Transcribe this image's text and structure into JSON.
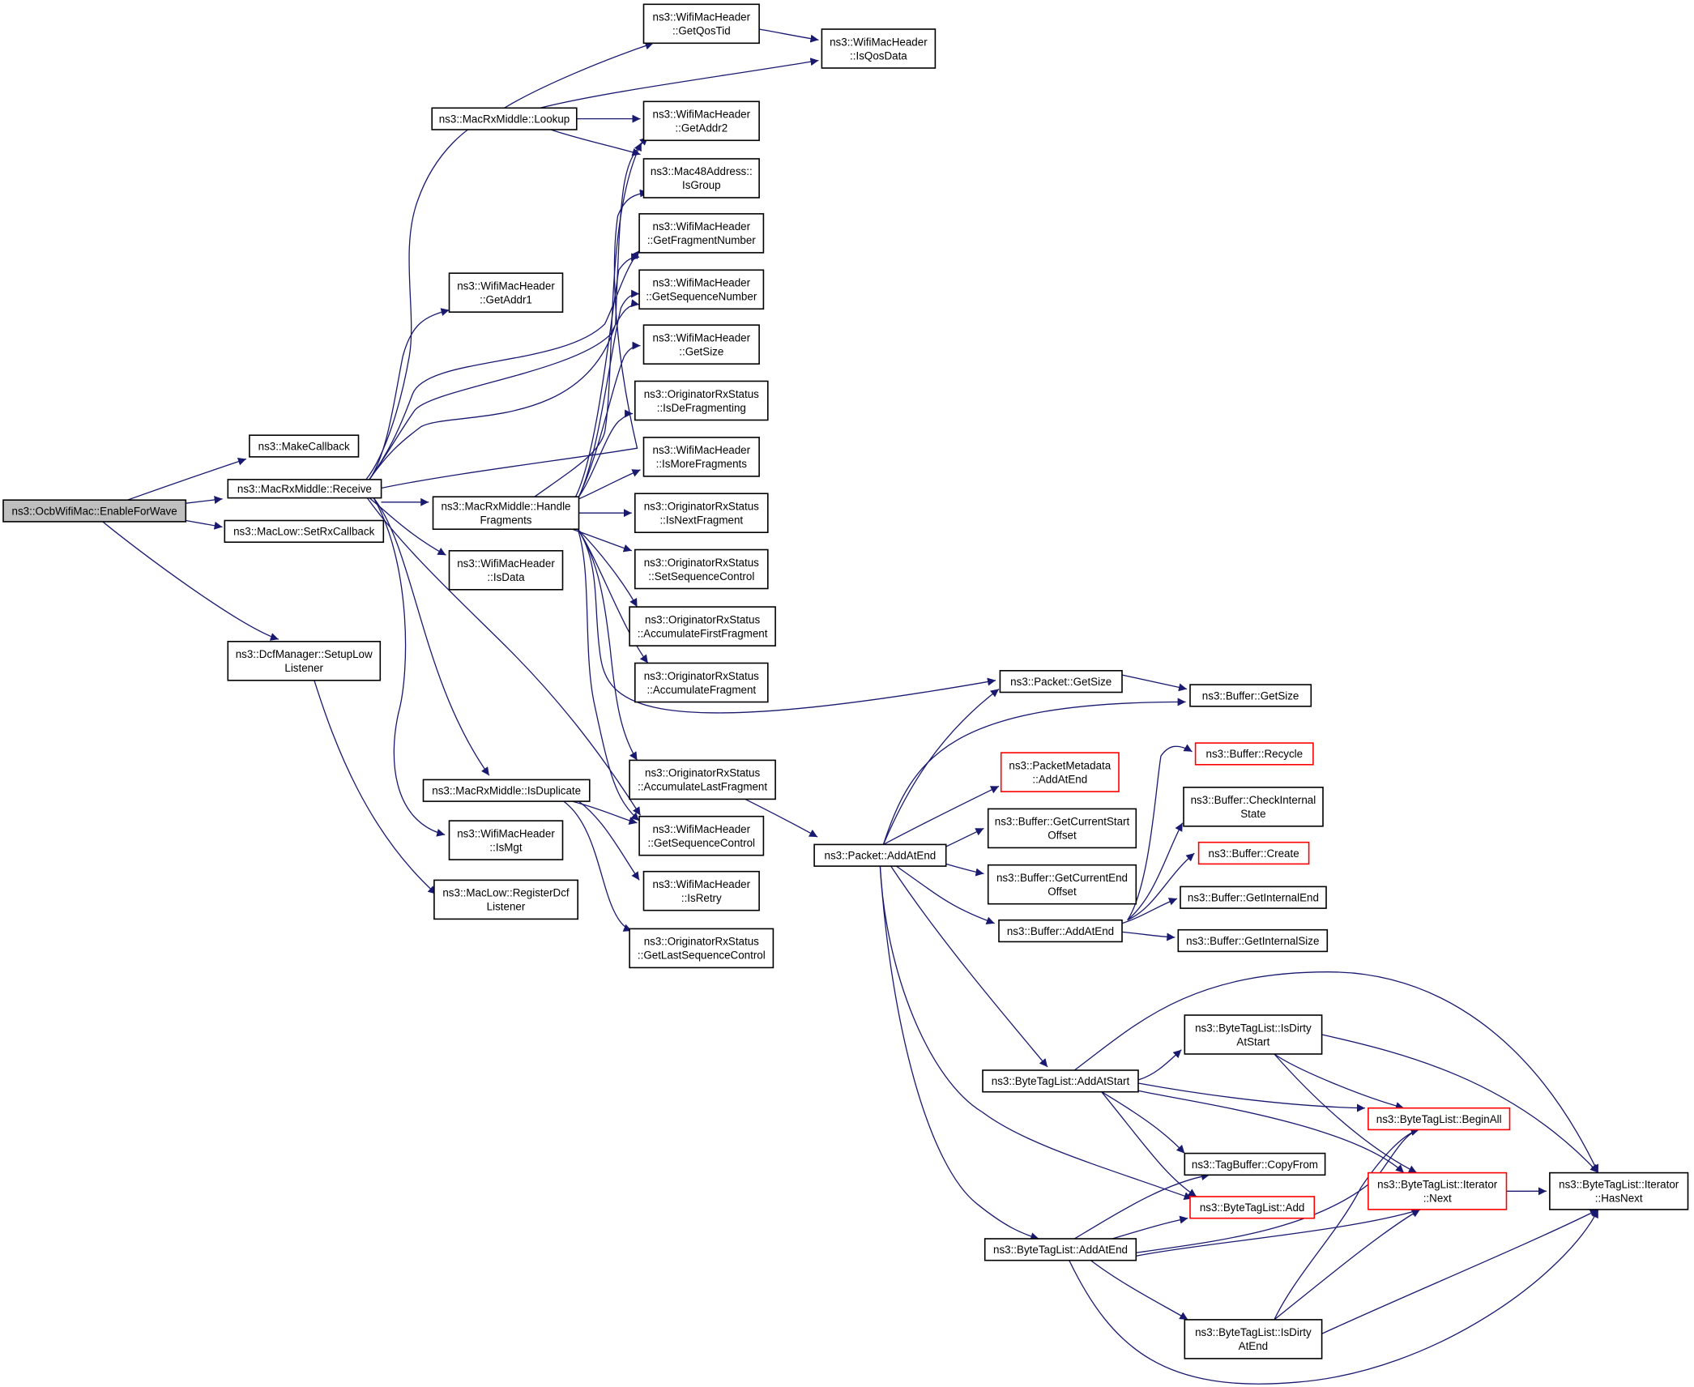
{
  "graph": {
    "edge_color": "#191970",
    "root_fill": "#bfbfbf",
    "truncated_border_color": "#ff0000",
    "nodes": [
      {
        "id": "root",
        "lines": [
          "ns3::OcbWifiMac::EnableForWave"
        ],
        "root": true
      },
      {
        "id": "makecb",
        "lines": [
          "ns3::MakeCallback"
        ]
      },
      {
        "id": "receive",
        "lines": [
          "ns3::MacRxMiddle::Receive"
        ]
      },
      {
        "id": "setrxcb",
        "lines": [
          "ns3::MacLow::SetRxCallback"
        ]
      },
      {
        "id": "setuplow",
        "lines": [
          "ns3::DcfManager::SetupLow",
          "Listener"
        ]
      },
      {
        "id": "lookup",
        "lines": [
          "ns3::MacRxMiddle::Lookup"
        ]
      },
      {
        "id": "getaddr1",
        "lines": [
          "ns3::WifiMacHeader",
          "::GetAddr1"
        ]
      },
      {
        "id": "handlefrag",
        "lines": [
          "ns3::MacRxMiddle::Handle",
          "Fragments"
        ]
      },
      {
        "id": "isdata",
        "lines": [
          "ns3::WifiMacHeader",
          "::IsData"
        ]
      },
      {
        "id": "isdup",
        "lines": [
          "ns3::MacRxMiddle::IsDuplicate"
        ]
      },
      {
        "id": "ismgt",
        "lines": [
          "ns3::WifiMacHeader",
          "::IsMgt"
        ]
      },
      {
        "id": "registerdcf",
        "lines": [
          "ns3::MacLow::RegisterDcf",
          "Listener"
        ]
      },
      {
        "id": "getqostid",
        "lines": [
          "ns3::WifiMacHeader",
          "::GetQosTid"
        ]
      },
      {
        "id": "isqosdata",
        "lines": [
          "ns3::WifiMacHeader",
          "::IsQosData"
        ]
      },
      {
        "id": "getaddr2",
        "lines": [
          "ns3::WifiMacHeader",
          "::GetAddr2"
        ]
      },
      {
        "id": "isgroup",
        "lines": [
          "ns3::Mac48Address::",
          "IsGroup"
        ]
      },
      {
        "id": "getfragnum",
        "lines": [
          "ns3::WifiMacHeader",
          "::GetFragmentNumber"
        ]
      },
      {
        "id": "getseqnum",
        "lines": [
          "ns3::WifiMacHeader",
          "::GetSequenceNumber"
        ]
      },
      {
        "id": "hdrgetsize",
        "lines": [
          "ns3::WifiMacHeader",
          "::GetSize"
        ]
      },
      {
        "id": "isdefrag",
        "lines": [
          "ns3::OriginatorRxStatus",
          "::IsDeFragmenting"
        ]
      },
      {
        "id": "ismorefrag",
        "lines": [
          "ns3::WifiMacHeader",
          "::IsMoreFragments"
        ]
      },
      {
        "id": "isnextfrag",
        "lines": [
          "ns3::OriginatorRxStatus",
          "::IsNextFragment"
        ]
      },
      {
        "id": "setseqctl",
        "lines": [
          "ns3::OriginatorRxStatus",
          "::SetSequenceControl"
        ]
      },
      {
        "id": "accfirst",
        "lines": [
          "ns3::OriginatorRxStatus",
          "::AccumulateFirstFragment"
        ]
      },
      {
        "id": "accfrag",
        "lines": [
          "ns3::OriginatorRxStatus",
          "::AccumulateFragment"
        ]
      },
      {
        "id": "acclast",
        "lines": [
          "ns3::OriginatorRxStatus",
          "::AccumulateLastFragment"
        ]
      },
      {
        "id": "getseqctl",
        "lines": [
          "ns3::WifiMacHeader",
          "::GetSequenceControl"
        ]
      },
      {
        "id": "isretry",
        "lines": [
          "ns3::WifiMacHeader",
          "::IsRetry"
        ]
      },
      {
        "id": "getlastseq",
        "lines": [
          "ns3::OriginatorRxStatus",
          "::GetLastSequenceControl"
        ]
      },
      {
        "id": "pktgetsize",
        "lines": [
          "ns3::Packet::GetSize"
        ]
      },
      {
        "id": "bufgetsize",
        "lines": [
          "ns3::Buffer::GetSize"
        ]
      },
      {
        "id": "pktmeta",
        "lines": [
          "ns3::PacketMetadata",
          "::AddAtEnd"
        ],
        "red": true
      },
      {
        "id": "addatend",
        "lines": [
          "ns3::Packet::AddAtEnd"
        ]
      },
      {
        "id": "curstart",
        "lines": [
          "ns3::Buffer::GetCurrentStart",
          "Offset"
        ]
      },
      {
        "id": "curend",
        "lines": [
          "ns3::Buffer::GetCurrentEnd",
          "Offset"
        ]
      },
      {
        "id": "bufaddatend",
        "lines": [
          "ns3::Buffer::AddAtEnd"
        ]
      },
      {
        "id": "recycle",
        "lines": [
          "ns3::Buffer::Recycle"
        ],
        "red": true
      },
      {
        "id": "checkint",
        "lines": [
          "ns3::Buffer::CheckInternal",
          "State"
        ]
      },
      {
        "id": "create",
        "lines": [
          "ns3::Buffer::Create"
        ],
        "red": true
      },
      {
        "id": "getintend",
        "lines": [
          "ns3::Buffer::GetInternalEnd"
        ]
      },
      {
        "id": "getintsize",
        "lines": [
          "ns3::Buffer::GetInternalSize"
        ]
      },
      {
        "id": "dirtystart",
        "lines": [
          "ns3::ByteTagList::IsDirty",
          "AtStart"
        ]
      },
      {
        "id": "addatstart",
        "lines": [
          "ns3::ByteTagList::AddAtStart"
        ]
      },
      {
        "id": "beginall",
        "lines": [
          "ns3::ByteTagList::BeginAll"
        ],
        "red": true
      },
      {
        "id": "copyfrom",
        "lines": [
          "ns3::TagBuffer::CopyFrom"
        ]
      },
      {
        "id": "itnext",
        "lines": [
          "ns3::ByteTagList::Iterator",
          "::Next"
        ],
        "red": true
      },
      {
        "id": "hasnext",
        "lines": [
          "ns3::ByteTagList::Iterator",
          "::HasNext"
        ]
      },
      {
        "id": "btladd",
        "lines": [
          "ns3::ByteTagList::Add"
        ],
        "red": true
      },
      {
        "id": "btladdatend",
        "lines": [
          "ns3::ByteTagList::AddAtEnd"
        ]
      },
      {
        "id": "dirtyend",
        "lines": [
          "ns3::ByteTagList::IsDirty",
          "AtEnd"
        ]
      }
    ]
  }
}
